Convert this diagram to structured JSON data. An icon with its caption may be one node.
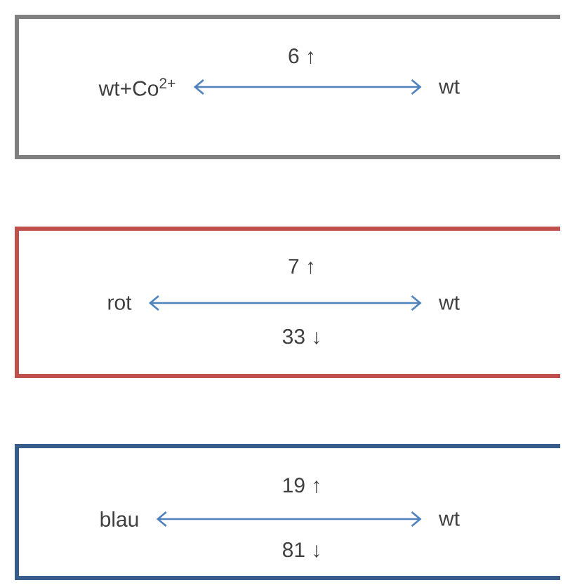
{
  "diagram": {
    "nodes": [
      {
        "text": [],
        "shape": "box"
      },
      {
        "text": [
          "wt+Co$^{2+}$"
        ],
        "in": 0
      },
      {
        "text": [
          "wt"
        ],
        "in": 0
      },
      {
        "text": [],
        "shape": "box"
      },
      {
        "text": [
          "rot"
        ],
        "in": 3
      },
      {
        "text": [
          "wt"
        ],
        "in": 3
      },
      {
        "text": [],
        "shape": "box"
      },
      {
        "text": [
          "blau"
        ],
        "in": 6
      },
      {
        "text": [
          "wt"
        ],
        "in": 6
      }
    ],
    "edges": [
      {
        "from": 1,
        "to": 2,
        "arrow": "both",
        "label": "6 ↑"
      },
      {
        "from": 4,
        "to": 5,
        "arrow": "both",
        "label": "7 ↑"
      },
      {
        "from": 7,
        "to": 8,
        "arrow": "both",
        "label": "19 ↑"
      }
    ],
    "labels": [
      "33 ↓",
      "81 ↓"
    ]
  }
}
